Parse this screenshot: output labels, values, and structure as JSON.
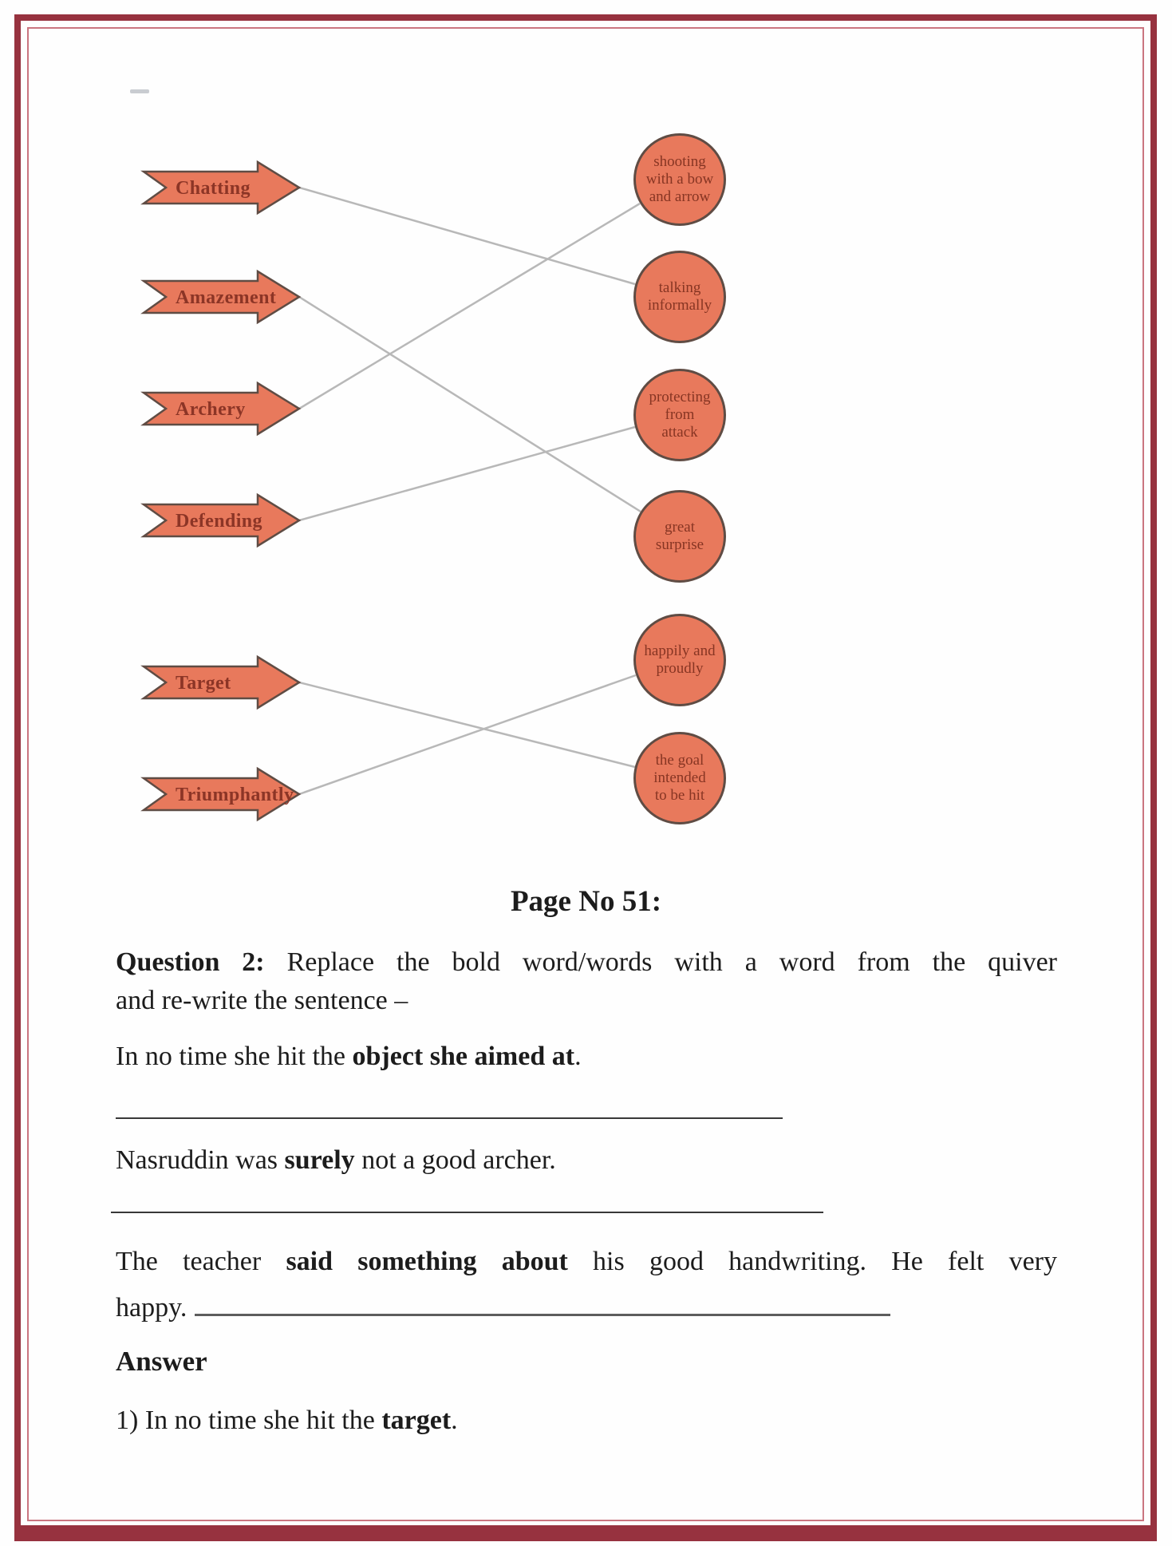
{
  "page": {
    "page_no_heading": "Page No 51:",
    "answer_heading": "Answer"
  },
  "colors": {
    "shape_fill": "#e8795c",
    "shape_border": "#5f4c44",
    "shape_text": "#8c3526",
    "frame_outer": "#97323f",
    "frame_inner_line": "#ca7580",
    "connector_line": "#b8b8b8",
    "body_text": "#1c1c1c"
  },
  "diagram": {
    "arrows": [
      {
        "label": "Chatting"
      },
      {
        "label": "Amazement"
      },
      {
        "label": "Archery"
      },
      {
        "label": "Defending"
      },
      {
        "label": "Target"
      },
      {
        "label": "Triumphantly"
      }
    ],
    "circles": [
      {
        "label": "shooting with a bow and arrow",
        "lines": [
          "shooting",
          "with a bow",
          "and arrow"
        ]
      },
      {
        "label": "talking informally",
        "lines": [
          "talking",
          "informally"
        ]
      },
      {
        "label": "protecting from attack",
        "lines": [
          "protecting",
          "from",
          "attack"
        ]
      },
      {
        "label": "great surprise",
        "lines": [
          "great",
          "surprise"
        ]
      },
      {
        "label": "happily and proudly",
        "lines": [
          "happily and",
          "proudly"
        ]
      },
      {
        "label": "the goal intended to be hit",
        "lines": [
          "the goal",
          "intended",
          "to be hit"
        ]
      }
    ],
    "connections": [
      {
        "from": "Chatting",
        "to": "talking informally"
      },
      {
        "from": "Amazement",
        "to": "great surprise"
      },
      {
        "from": "Archery",
        "to": "shooting with a bow and arrow"
      },
      {
        "from": "Defending",
        "to": "protecting from attack"
      },
      {
        "from": "Target",
        "to": "the goal intended to be hit"
      },
      {
        "from": "Triumphantly",
        "to": "happily and proudly"
      }
    ]
  },
  "question": {
    "label": "Question 2:",
    "line1_rest": " Replace the bold word/words with a word from the quiver",
    "line2": "and re-write the sentence –"
  },
  "sentence1": {
    "pre": "In no time she hit the ",
    "bold": "object she aimed at",
    "post": "."
  },
  "sentence2": {
    "pre": "Nasruddin was ",
    "bold": "surely",
    "post": " not a good archer."
  },
  "sentence3": {
    "line1_pre": "The teacher ",
    "line1_bold": "said something about",
    "line1_post": " his good handwriting. He felt very",
    "line2": "happy."
  },
  "answer_item": {
    "pre": "1) In no time she hit the ",
    "bold": "target",
    "post": "."
  }
}
